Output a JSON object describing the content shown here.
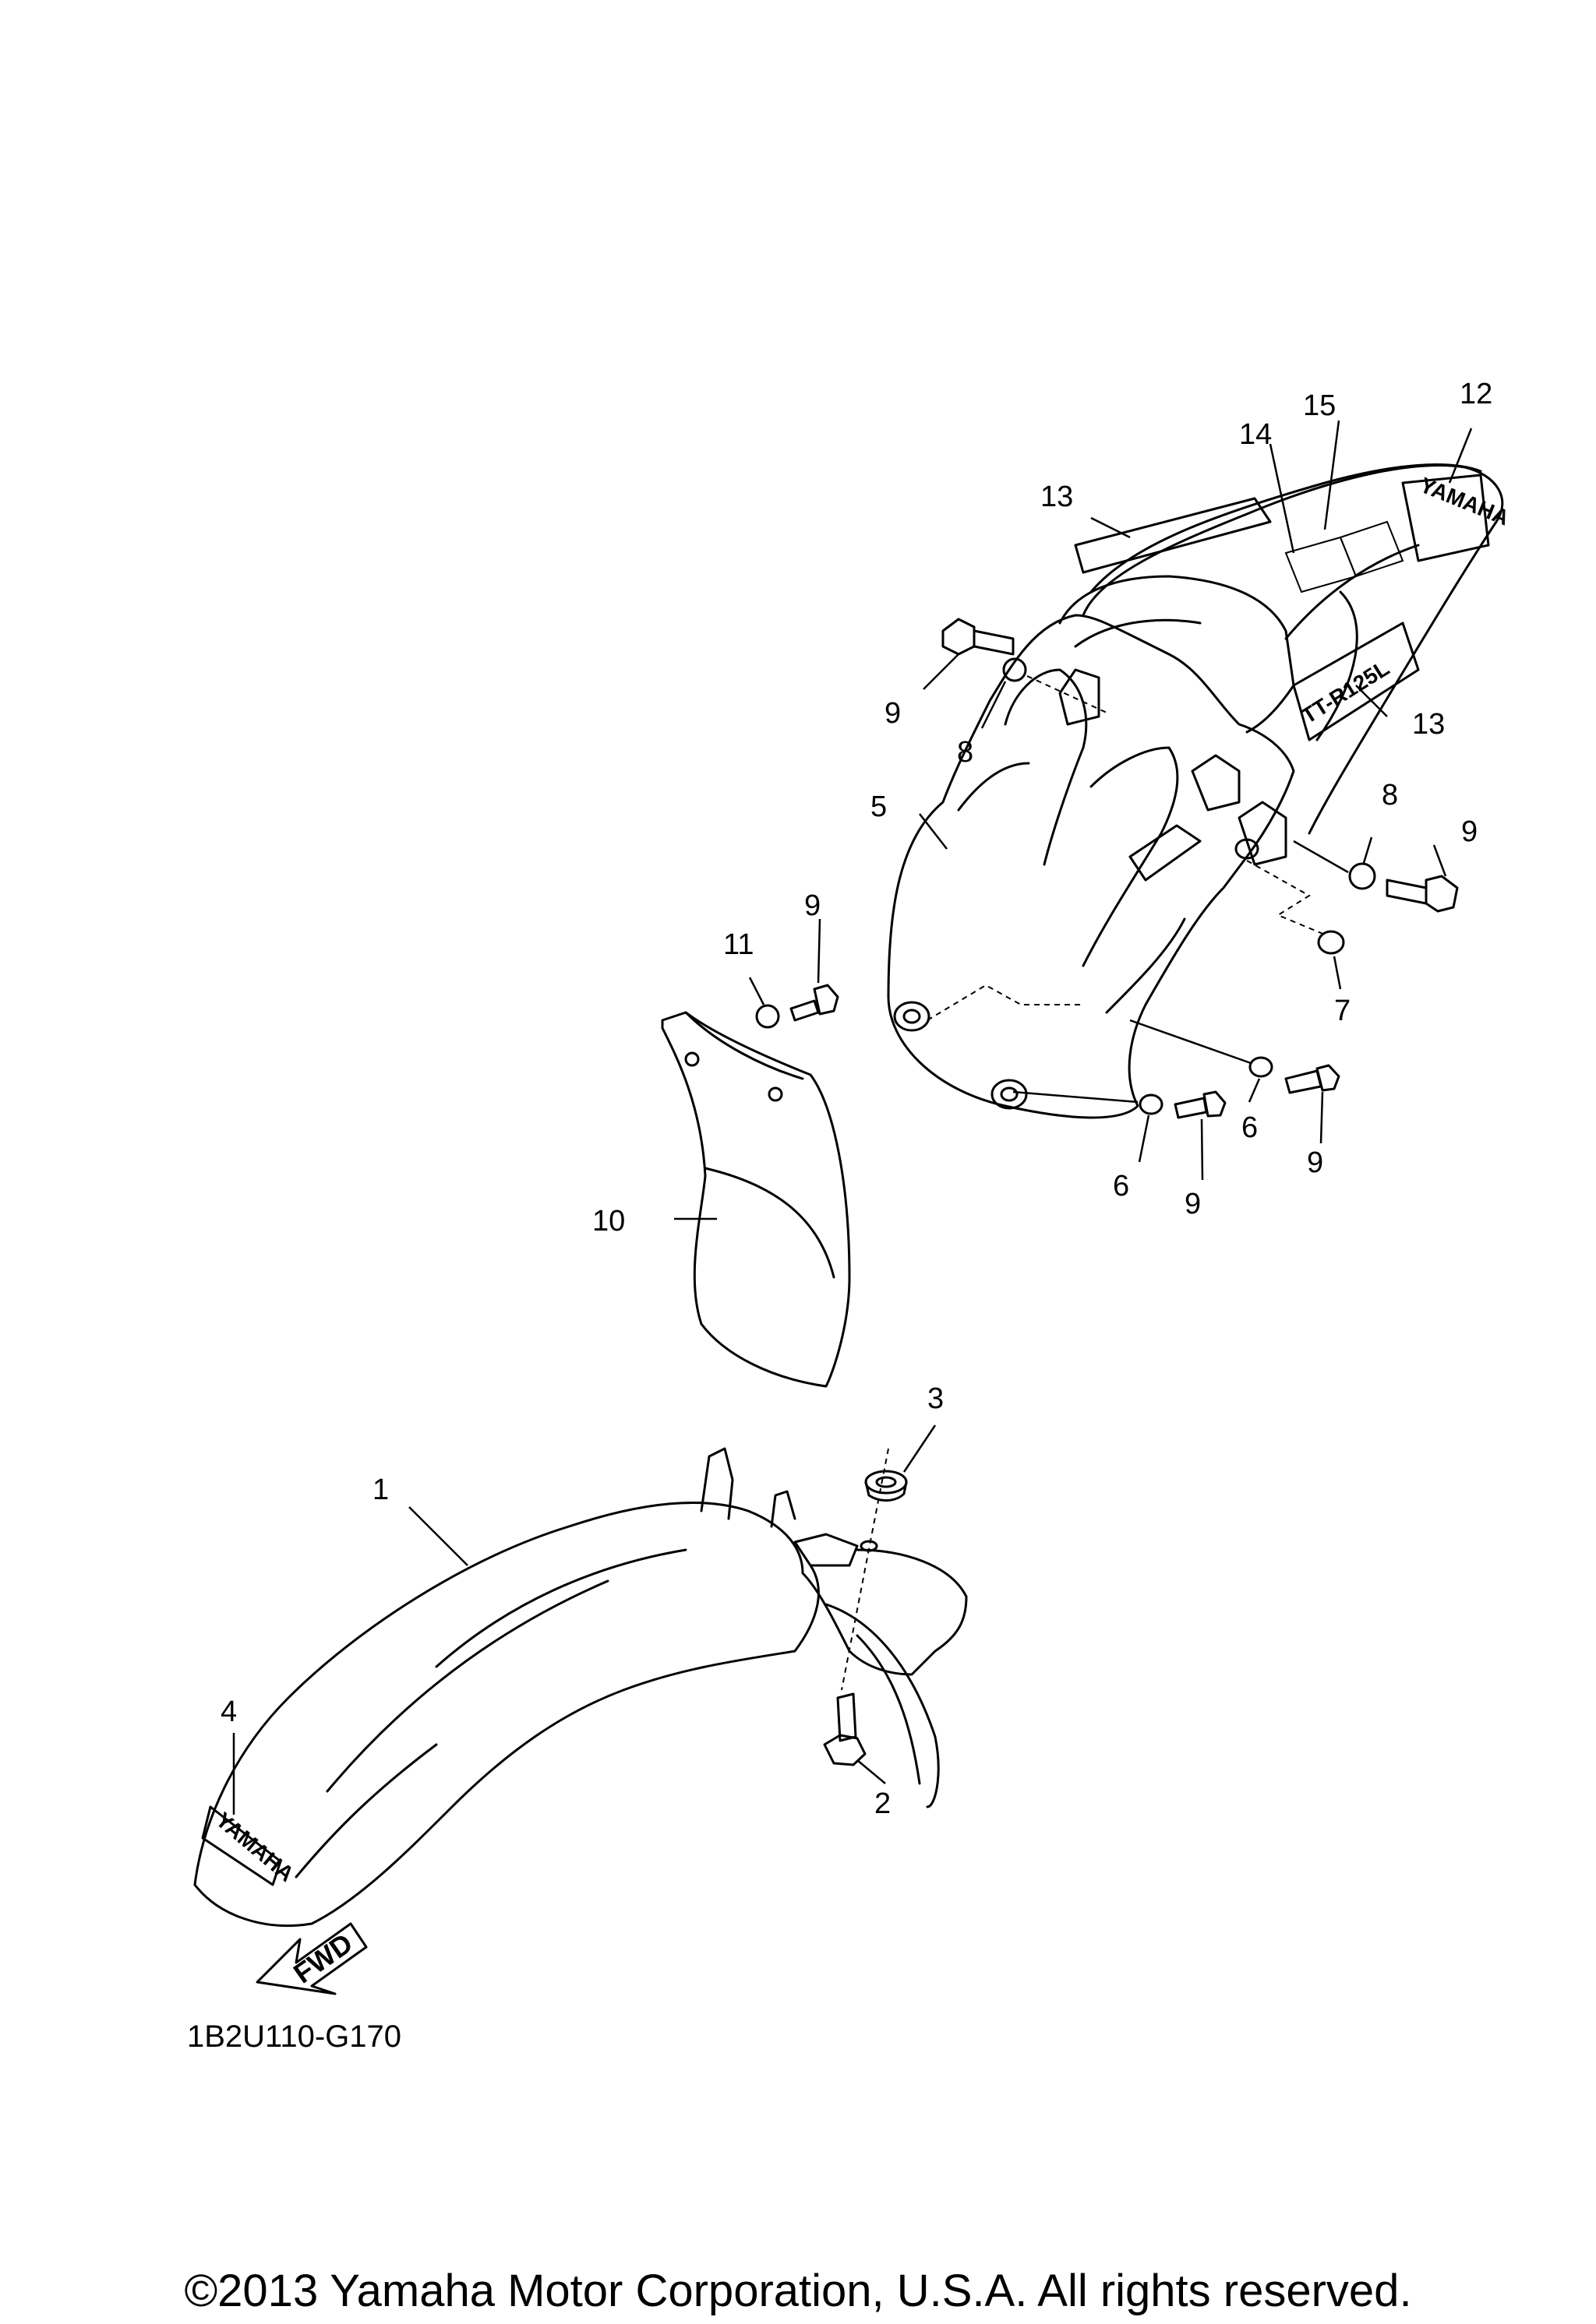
{
  "callouts": {
    "c1": "1",
    "c2": "2",
    "c3": "3",
    "c4": "4",
    "c5": "5",
    "c6a": "6",
    "c6b": "6",
    "c7": "7",
    "c8a": "8",
    "c8b": "8",
    "c9a": "9",
    "c9b": "9",
    "c9c": "9",
    "c9d": "9",
    "c9e": "9",
    "c10": "10",
    "c11": "11",
    "c12": "12",
    "c13a": "13",
    "c13b": "13",
    "c14": "14",
    "c15": "15"
  },
  "decals": {
    "front_logo": "YAMAHA",
    "rear_logo": "YAMAHA",
    "side_model": "TT-R125L"
  },
  "direction_marker": "FWD",
  "diagram_code": "1B2U110-G170",
  "copyright": "©2013 Yamaha Motor Corporation, U.S.A. All rights reserved."
}
